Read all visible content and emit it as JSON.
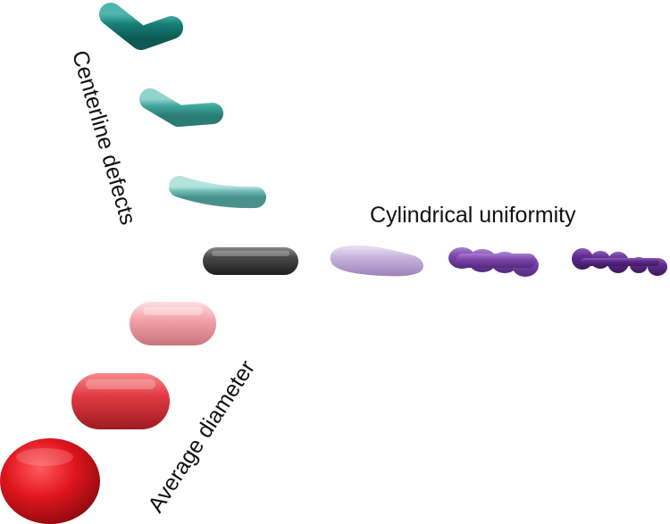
{
  "labels": {
    "centerline_defects": "Centerline defects",
    "cylindrical_uniformity": "Cylindrical uniformity",
    "average_diameter": "Average diameter"
  },
  "colors": {
    "reference": "#3c3c3c",
    "centerline_teal_dark": "#167f77",
    "centerline_teal_mid": "#3fa69e",
    "centerline_teal_light": "#73bdb7",
    "uniformity_lavender": "#c7b2dc",
    "uniformity_purple_mid": "#7c45ab",
    "uniformity_purple_dark": "#5e2a8d",
    "diameter_pink": "#f4a3aa",
    "diameter_red_mid": "#e23b43",
    "diameter_red_dark": "#e0151d"
  }
}
